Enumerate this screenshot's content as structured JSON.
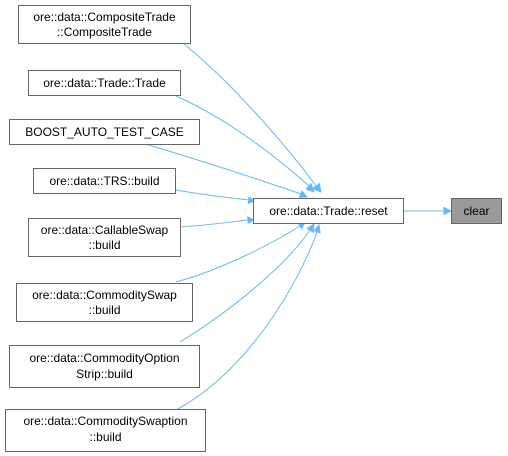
{
  "colors": {
    "edge": "#63b8ff",
    "node_border": "#666666",
    "node_fill": "#ffffff",
    "highlight_fill": "#999999",
    "text": "#000000"
  },
  "nodes": {
    "composite_trade": {
      "lines": [
        "ore::data::CompositeTrade",
        "::CompositeTrade"
      ]
    },
    "trade_ctor": {
      "lines": [
        "ore::data::Trade::Trade"
      ]
    },
    "boost_test": {
      "lines": [
        "BOOST_AUTO_TEST_CASE"
      ]
    },
    "trs_build": {
      "lines": [
        "ore::data::TRS::build"
      ]
    },
    "callable_swap": {
      "lines": [
        "ore::data::CallableSwap",
        "::build"
      ]
    },
    "commodity_swap": {
      "lines": [
        "ore::data::CommoditySwap",
        "::build"
      ]
    },
    "commodity_option_strip": {
      "lines": [
        "ore::data::CommodityOption",
        "Strip::build"
      ]
    },
    "commodity_swaption": {
      "lines": [
        "ore::data::CommoditySwaption",
        "::build"
      ]
    },
    "trade_reset": {
      "lines": [
        "ore::data::Trade::reset"
      ]
    },
    "clear": {
      "lines": [
        "clear"
      ]
    }
  },
  "edges": [
    {
      "from": "composite_trade",
      "to": "trade_reset"
    },
    {
      "from": "trade_ctor",
      "to": "trade_reset"
    },
    {
      "from": "boost_test",
      "to": "trade_reset"
    },
    {
      "from": "trs_build",
      "to": "trade_reset"
    },
    {
      "from": "callable_swap",
      "to": "trade_reset"
    },
    {
      "from": "commodity_swap",
      "to": "trade_reset"
    },
    {
      "from": "commodity_option_strip",
      "to": "trade_reset"
    },
    {
      "from": "commodity_swaption",
      "to": "trade_reset"
    },
    {
      "from": "trade_reset",
      "to": "clear"
    }
  ]
}
